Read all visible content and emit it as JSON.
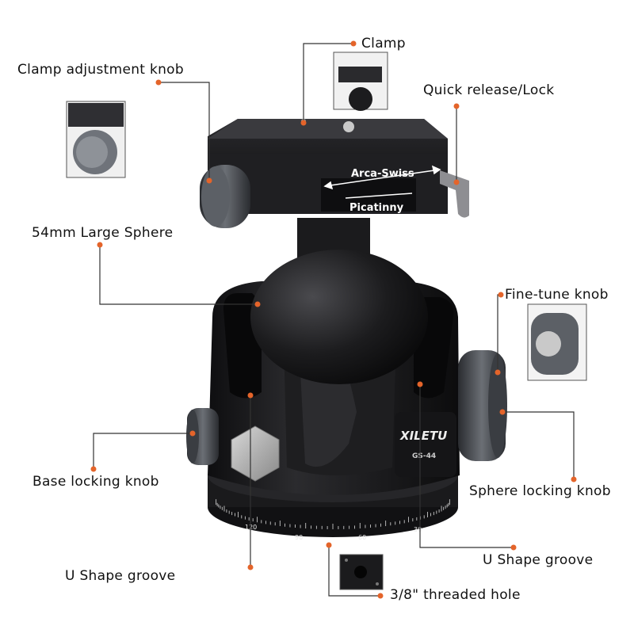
{
  "labels": {
    "clamp": "Clamp",
    "clamp_adjustment_knob": "Clamp adjustment knob",
    "quick_release_lock": "Quick release/Lock",
    "large_sphere": "54mm Large Sphere",
    "fine_tune_knob": "Fine-tune knob",
    "base_locking_knob": "Base locking knob",
    "sphere_locking_knob": "Sphere locking knob",
    "u_shape_groove_right": "U Shape groove",
    "u_shape_groove_left": "U Shape groove",
    "threaded_hole": "3/8\" threaded hole"
  },
  "clamp_plate": {
    "arca": "Arca-Swiss",
    "picatinny": "Picatinny"
  },
  "brand": {
    "logo": "XILETU",
    "model": "GS-44"
  },
  "scale_marks": [
    "120",
    "90",
    "60",
    "30"
  ],
  "colors": {
    "marker": "#e4642a",
    "leader": "#333333",
    "metal": "#1c1c1e"
  }
}
